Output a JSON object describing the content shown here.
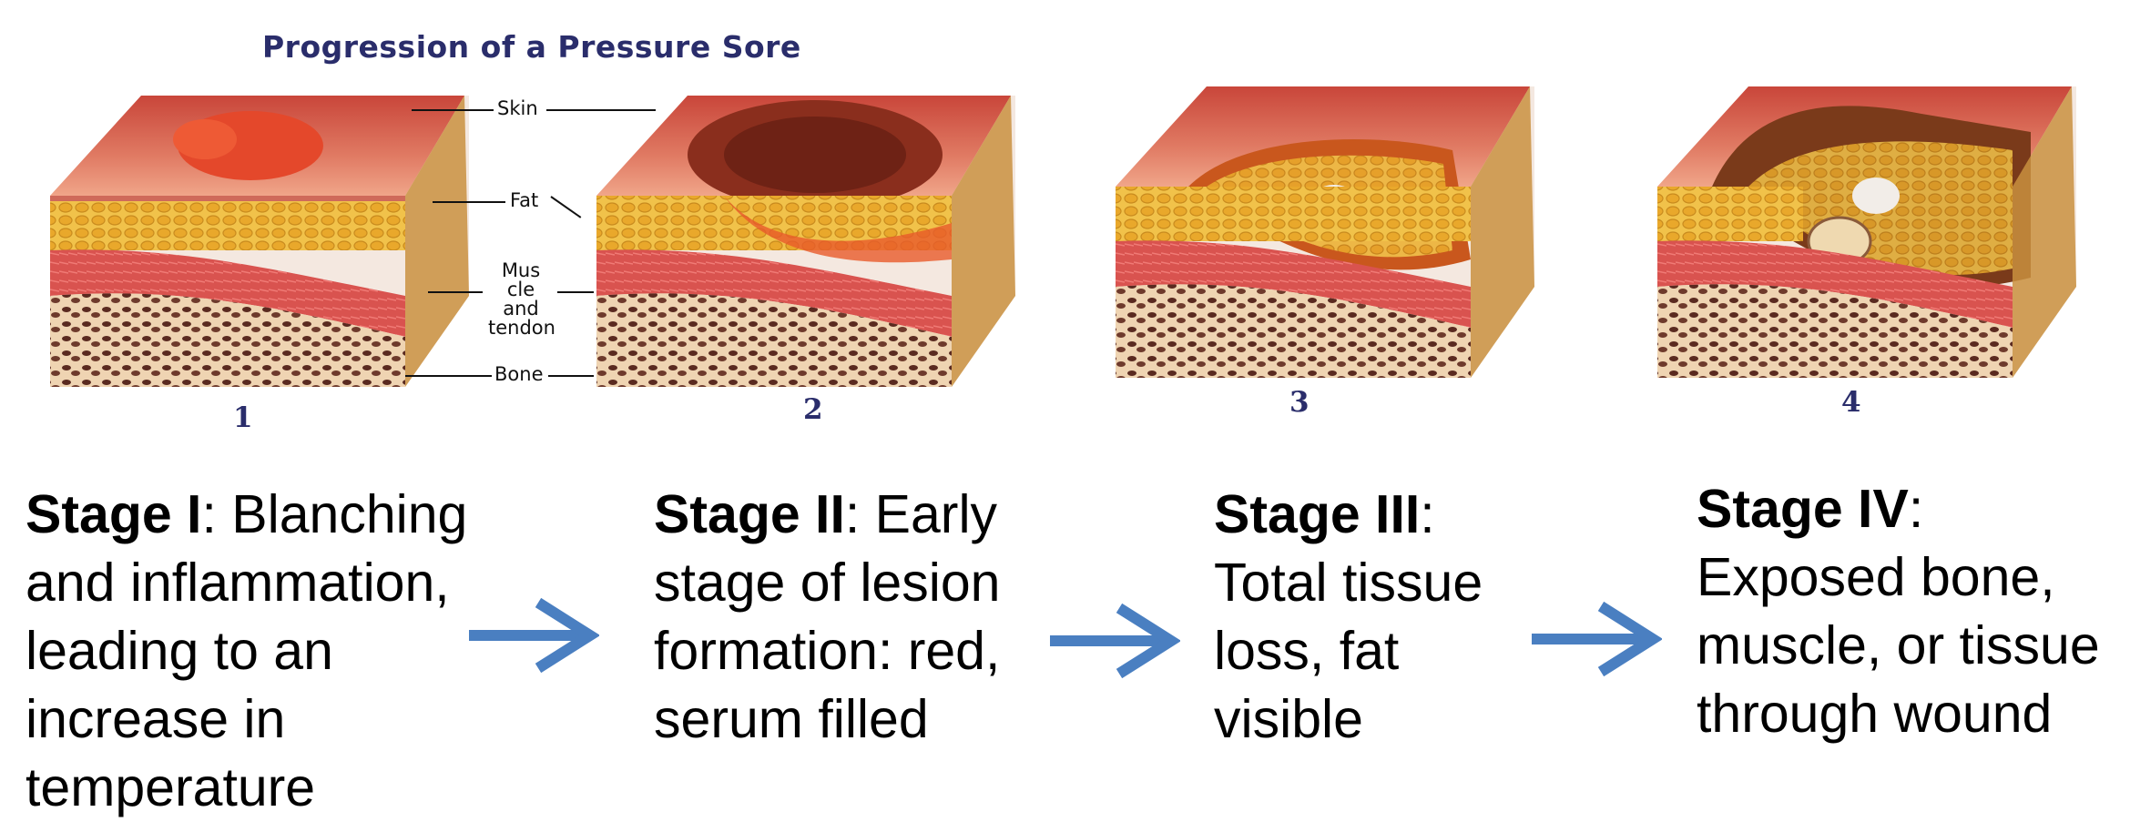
{
  "title": "Progression of a Pressure Sore",
  "layer_labels": {
    "skin": "Skin",
    "fat": "Fat",
    "muscle": "Muscle and tendon",
    "bone": "Bone"
  },
  "stages": [
    {
      "number": "1",
      "name": "Stage I",
      "desc": ": Blanching and inflammation, leading to an increase in temperature"
    },
    {
      "number": "2",
      "name": "Stage II",
      "desc": ": Early stage of lesion formation: red, serum filled"
    },
    {
      "number": "3",
      "name": "Stage III",
      "desc": ": Total tissue loss, fat visible"
    },
    {
      "number": "4",
      "name": "Stage IV",
      "desc": ": Exposed bone, muscle, or tissue through wound"
    }
  ],
  "colors": {
    "title": "#2a2d6b",
    "arrow": "#4a7fc1",
    "skin": "#d9665a",
    "fat": "#e8b53a",
    "muscle": "#d9534f",
    "bone": "#6b3a2e"
  },
  "icons": [
    "right-arrow-icon"
  ]
}
